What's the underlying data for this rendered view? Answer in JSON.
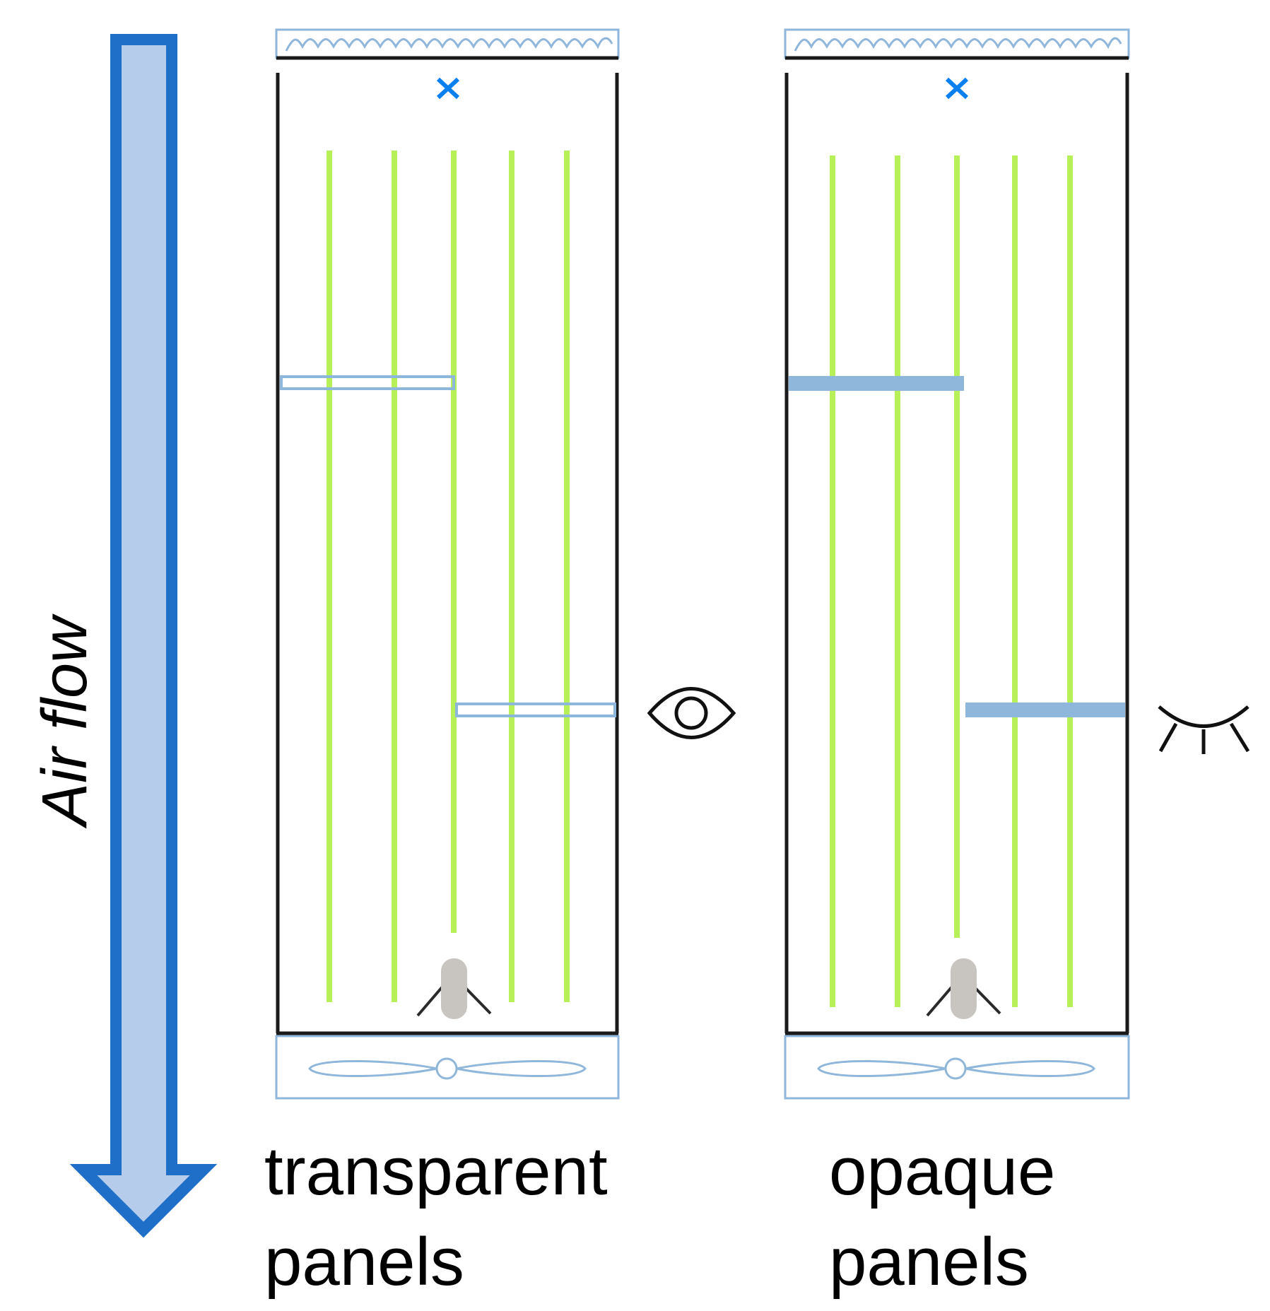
{
  "airflow": {
    "label": "Air flow"
  },
  "panels": [
    {
      "caption_line1": "transparent",
      "caption_line2": "panels",
      "style": "transparent",
      "viewer_icon": "open-eye-icon"
    },
    {
      "caption_line1": "opaque",
      "caption_line2": "panels",
      "style": "opaque",
      "viewer_icon": "closed-eye-icon"
    }
  ],
  "colors": {
    "arrow_outline": "#1f6fc8",
    "arrow_fill": "#b5cdea",
    "plant_line": "#b8f05a",
    "panel_edge": "#8fb6db",
    "opaque_panel_fill": "#8fb6db",
    "marker_x": "#0a7ff0",
    "fly_body": "#c8c4c0",
    "fan_and_heater": "#8fb6db",
    "frame": "#1a1a1a"
  },
  "icons": {
    "top_unit": "heater-icon",
    "bottom_unit": "fan-icon",
    "marker": "x-marker-icon",
    "insect": "fly-icon"
  }
}
